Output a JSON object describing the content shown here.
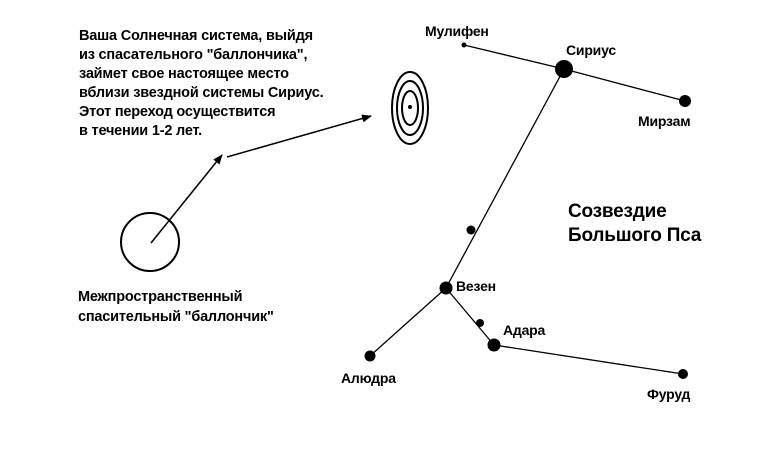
{
  "note": {
    "lines": [
      "Ваша Солнечная система, выйдя",
      "из спасательного \"баллончика\",",
      "займет свое  настоящее место",
      "вблизи звездной системы Сириус.",
      "Этот переход  осуществится",
      "в течении  1-2 лет."
    ]
  },
  "bubble_label": {
    "lines": [
      "Межпространственный",
      "спасительный  \"баллончик\""
    ]
  },
  "constellation_label": {
    "lines": [
      "Созвездие",
      "Большого Пса"
    ]
  },
  "stars": {
    "mulifen": "Мулифен",
    "sirius": "Сириус",
    "mirzam": "Мирзам",
    "wezen": "Везен",
    "adara": "Адара",
    "aludra": "Алюдра",
    "furud": "Фуруд"
  }
}
